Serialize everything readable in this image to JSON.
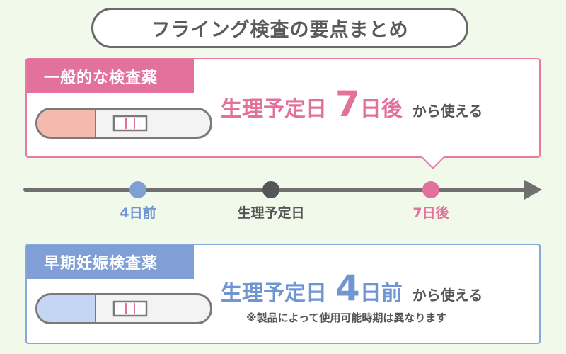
{
  "title": "フライング検査の要点まとめ",
  "general_test": {
    "tag": "一般的な検査薬",
    "headline_lead": "生理予定日",
    "headline_number": "7",
    "headline_unit": "日後",
    "headline_tail": "から使える",
    "accent_color": "#e2729b"
  },
  "early_test": {
    "tag": "早期妊娠検査薬",
    "headline_lead": "生理予定日",
    "headline_number": "4",
    "headline_unit": "日前",
    "headline_tail": "から使える",
    "note": "※製品によって使用可能時期は異なります",
    "accent_color": "#7f9fd6"
  },
  "timeline": {
    "points": [
      {
        "label": "4日前",
        "color": "#7f9fd6"
      },
      {
        "label": "生理予定日",
        "color": "#555555"
      },
      {
        "label": "7日後",
        "color": "#e2729b"
      }
    ],
    "line_color": "#707070"
  }
}
